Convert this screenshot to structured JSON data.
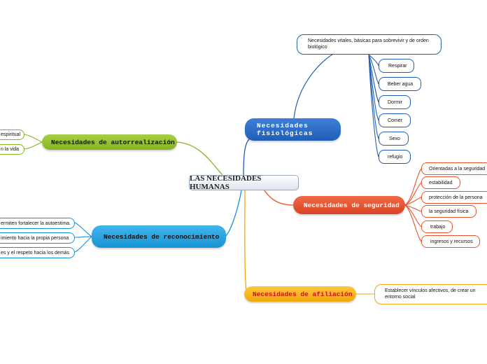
{
  "central": "LAS NECESIDADES HUMANAS",
  "colors": {
    "fisiologicas": "#1f5fb8",
    "seguridad": "#e8532c",
    "afiliacion": "#f0a80a",
    "afiliacion_text": "#d01010",
    "reconocimiento": "#1993d6",
    "autorrealizacion": "#86b420"
  },
  "fisiologicas": {
    "title_line1": "Necesidades",
    "title_line2": "fisiológicas",
    "description": "Necesidades vitales, básicas para sobrevivir y de orden biológico",
    "items": [
      "Respirar",
      "Beber agua",
      "Dormir",
      "Comer",
      "Sexo",
      "refugio"
    ]
  },
  "seguridad": {
    "title": "Necesidades de seguridad",
    "items": [
      "Orientadas a la seguridad",
      "estabilidad",
      "protección de la persona",
      "la seguridad física",
      "trabajo",
      "ingresos y recursos"
    ]
  },
  "afiliacion": {
    "title": "Necesidades de afiliación",
    "items": [
      "Establecer vínculos afectivos, de crear un entorno social"
    ]
  },
  "reconocimiento": {
    "title": "Necesidades de reconocimiento",
    "items": [
      "ermiten fortalecer la autoestima.",
      "imiento hacia la propia persona",
      "es y el respeto hacia los demás"
    ]
  },
  "autorrealizacion": {
    "title": "Necesidades de autorrealización",
    "items": [
      "espiritual",
      "n la vida"
    ]
  }
}
